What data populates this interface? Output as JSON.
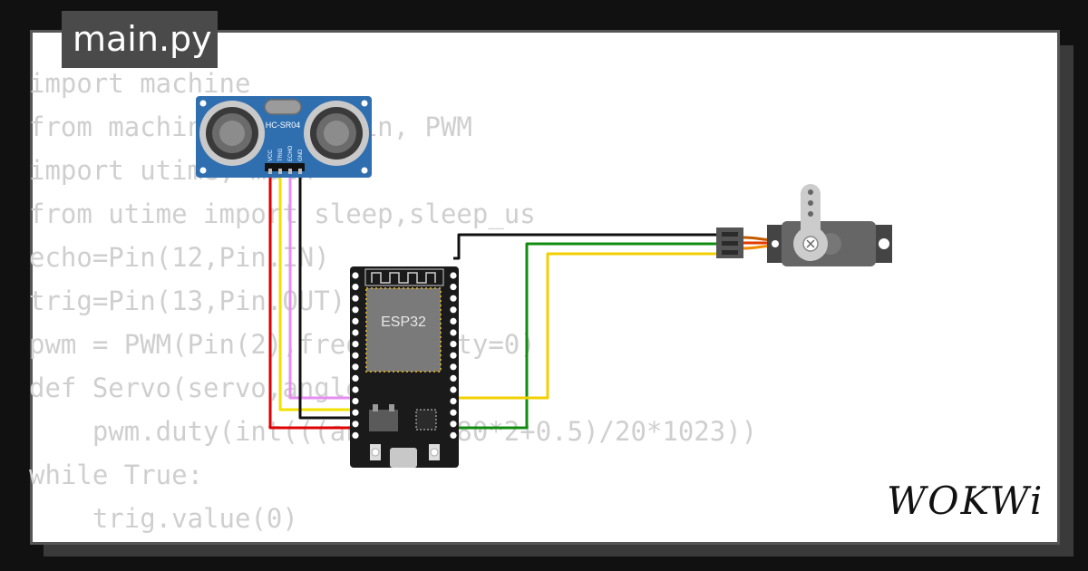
{
  "file_tab": {
    "label": "main.py"
  },
  "code_lines": [
    "import machine",
    "from machine import Pin, PWM",
    "import utime, math",
    "from utime import sleep,sleep_us",
    "echo=Pin(12,Pin.IN)",
    "trig=Pin(13,Pin.OUT)",
    "pwm = PWM(Pin(2),freq=50,duty=0)",
    "def Servo(servo,angle):",
    "    pwm.duty(int(((angle)/180*2+0.5)/20*1023))",
    "while True:",
    "    trig.value(0)"
  ],
  "sensor": {
    "model": "HC-SR04",
    "pins": [
      "VCC",
      "TRIG",
      "ECHO",
      "GND"
    ]
  },
  "board": {
    "chip_label": "ESP32"
  },
  "wires": {
    "vcc": "#e00000",
    "trig": "#f2e000",
    "echo": "#e58ef0",
    "gnd": "#111111",
    "servo_signal": "#f2d000",
    "servo_power": "#118c11",
    "servo_ground": "#111111"
  },
  "brand": {
    "logo_text": "WOKWi"
  }
}
